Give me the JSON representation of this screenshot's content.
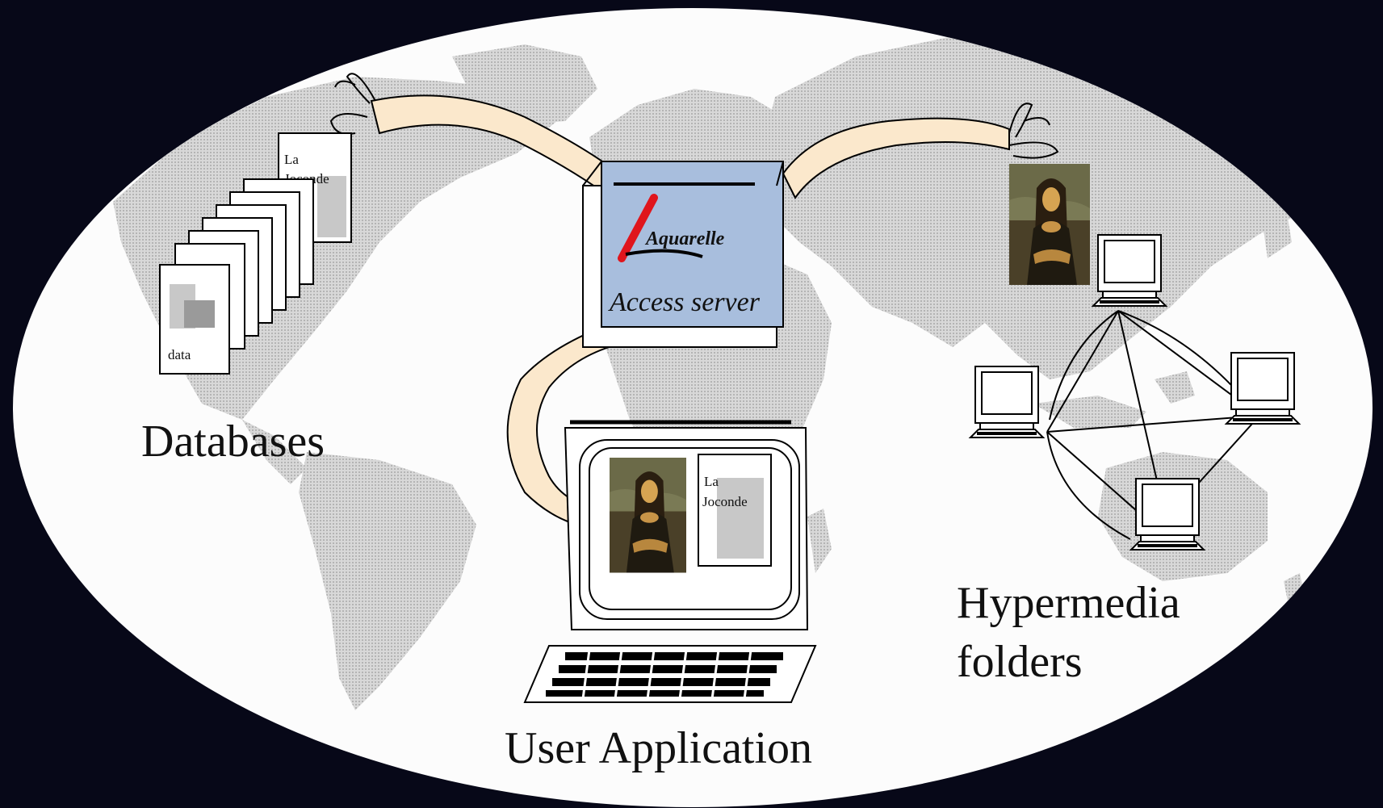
{
  "labels": {
    "databases": "Databases",
    "user_application": "User Application",
    "hypermedia_line1": "Hypermedia",
    "hypermedia_line2": "folders",
    "access_server": "Access server",
    "logo": "Aquarelle",
    "db_doc_text": "data",
    "doc_title_line1": "La",
    "doc_title_line2": "Joconde"
  },
  "icons": {
    "painting": "mona-lisa-painting-icon",
    "computer": "computer-terminal-icon",
    "documents": "document-stack-icon",
    "hand": "reaching-hand-icon"
  },
  "colors": {
    "background": "#070818",
    "globe": "#fcfcfc",
    "land": "#c9c9c9",
    "arm": "#fbe8cc",
    "server": "#a8bedd",
    "logo_stroke": "#e0151c"
  }
}
